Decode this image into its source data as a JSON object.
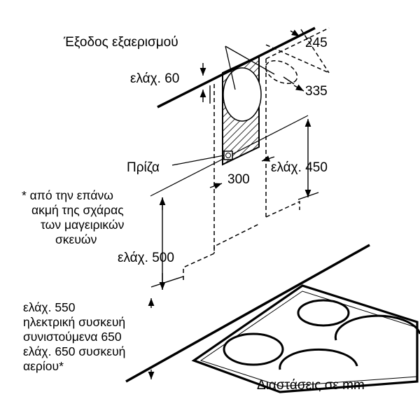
{
  "labels": {
    "exhaust_outlet": "Έξοδος εξαερισμού",
    "min_60": "ελάχ. 60",
    "dim_245": "245",
    "dim_335": "335",
    "socket": "Πρίζα",
    "dim_300": "300",
    "min_450": "ελάχ. 450",
    "footnote": [
      "* από την επάνω",
      "ακμή της σχάρας",
      "των μαγειρικών",
      "σκευών"
    ],
    "min_500": "ελάχ. 500",
    "clearance": [
      "ελάχ. 550",
      "ηλεκτρική συσκευή",
      "συνιστούμενα 650",
      "ελάχ. 650 συσκευή",
      "αερίου*"
    ],
    "units": "Διαστάσεις σε mm"
  },
  "colors": {
    "line": "#000000",
    "background": "#ffffff"
  }
}
